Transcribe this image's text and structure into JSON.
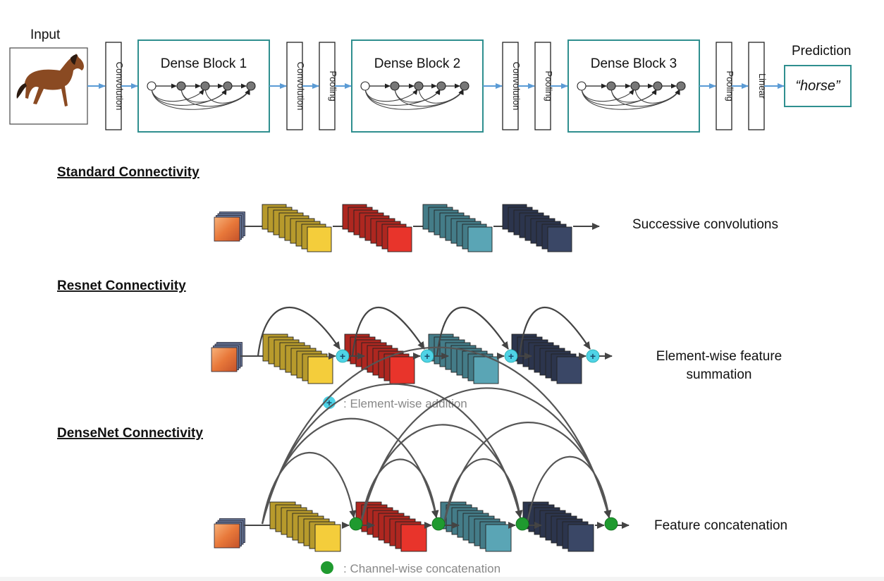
{
  "top": {
    "input_label": "Input",
    "prediction_label": "Prediction",
    "prediction_value": "“horse”",
    "convolution": "Convolution",
    "pooling": "Pooling",
    "linear": "Linear",
    "dense_blocks": [
      "Dense Block 1",
      "Dense Block 2",
      "Dense Block 3"
    ]
  },
  "standard": {
    "heading": "Standard Connectivity",
    "description": "Successive convolutions"
  },
  "resnet": {
    "heading": "Resnet Connectivity",
    "description_line1": "Element-wise feature",
    "description_line2": "summation",
    "legend": ": Element-wise addition"
  },
  "densenet": {
    "heading": "DenseNet Connectivity",
    "description": "Feature concatenation",
    "legend": ": Channel-wise concatenation"
  },
  "colors": {
    "block_border": "#2f8f8f",
    "arrow_blue": "#5b9bd5",
    "yellow": "#f4cd3b",
    "red": "#e8342b",
    "teal": "#5aa5b5",
    "navy": "#3a4766",
    "plus_cyan": "#4fd3e6",
    "concat_green": "#1f9a2f"
  }
}
